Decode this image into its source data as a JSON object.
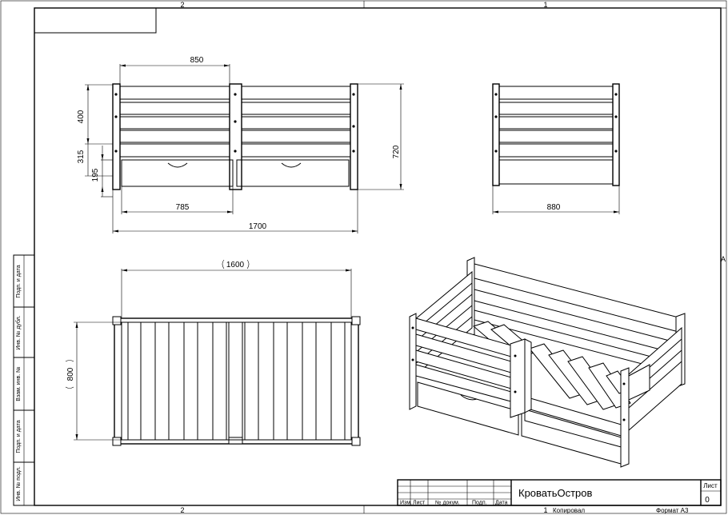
{
  "frame": {
    "zone_top_left": "2",
    "zone_top_right": "1",
    "zone_bottom_left": "2",
    "zone_bottom_right": "1",
    "zone_side": "A"
  },
  "side_labels": [
    "Подп. и дата",
    "Инв. № дубл.",
    "Взам. инв. №",
    "Подп. и дата",
    "Инв. № подл."
  ],
  "dimensions": {
    "front_top_width": "850",
    "front_height_upper": "400",
    "front_height_middle": "315",
    "front_height_lower": "195",
    "front_total_height": "720",
    "drawer_width": "785",
    "front_total_width": "1700",
    "side_width": "880",
    "plan_length": "1600",
    "plan_width": "800"
  },
  "title_block": {
    "title": "КроватьОстров",
    "sheet_label": "Лист",
    "sheet_number": "0",
    "col_izm": "Изм.",
    "col_list": "Лист",
    "col_doc": "№ докум.",
    "col_sign": "Подп.",
    "col_date": "Дата",
    "copied": "Копировал",
    "format": "Формат А3"
  }
}
